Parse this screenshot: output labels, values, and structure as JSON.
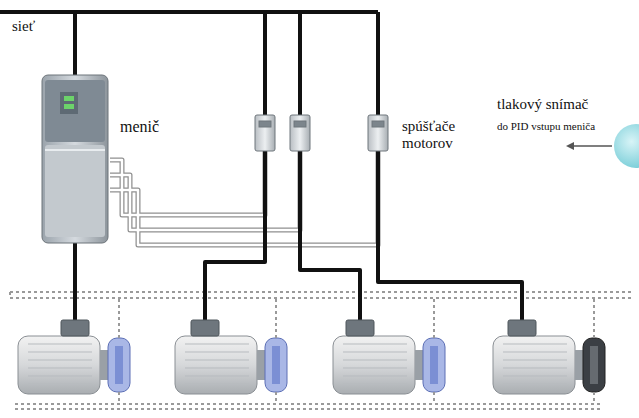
{
  "diagram": {
    "labels": [
      "sieť",
      "menič",
      "spúšťače motorov",
      "tlakový snímač",
      "do PID vstupu meniča"
    ]
  }
}
